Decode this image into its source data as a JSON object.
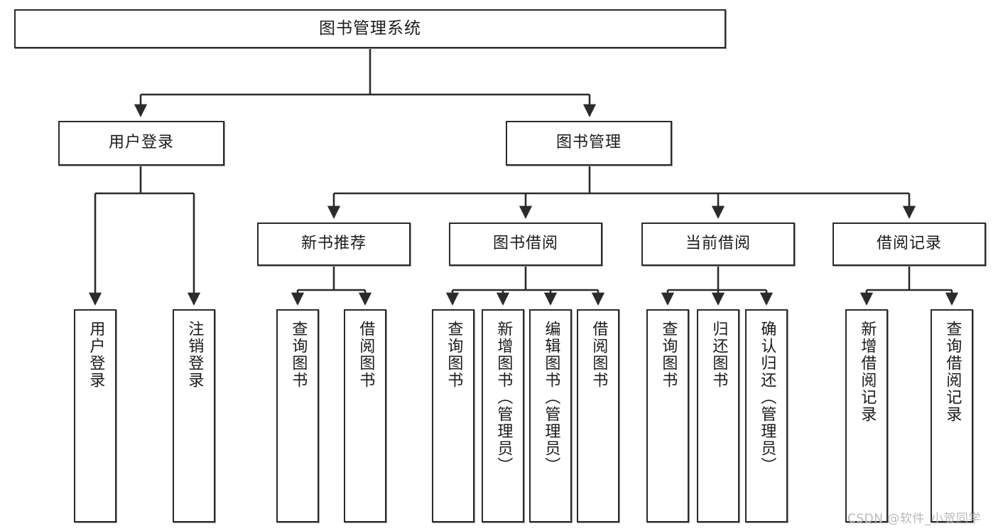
{
  "diagram": {
    "title": "图书管理系统",
    "type": "tree-hierarchy-chart",
    "watermark": "CSDN @软件_小贺同学",
    "colors": {
      "node_border": "#2b2b2b",
      "node_fill": "#ffffff",
      "edge": "#2b2b2b",
      "text": "#1b1b1b",
      "watermark": "#b9b9b9"
    },
    "levels": {
      "root": {
        "label": "图书管理系统"
      },
      "level2": [
        {
          "label": "用户登录"
        },
        {
          "label": "图书管理"
        }
      ],
      "level3": [
        {
          "label": "新书推荐"
        },
        {
          "label": "图书借阅"
        },
        {
          "label": "当前借阅"
        },
        {
          "label": "借阅记录"
        }
      ],
      "leaves": {
        "user_login": [
          {
            "label": "用户登录"
          },
          {
            "label": "注销登录"
          }
        ],
        "new_book_recommend": [
          {
            "label": "查询图书"
          },
          {
            "label": "借阅图书"
          }
        ],
        "book_borrow": [
          {
            "label": "查询图书"
          },
          {
            "label": "新增图书（管理员）"
          },
          {
            "label": "编辑图书（管理员）"
          },
          {
            "label": "借阅图书"
          }
        ],
        "current_borrow": [
          {
            "label": "查询图书"
          },
          {
            "label": "归还图书"
          },
          {
            "label": "确认归还（管理员）"
          }
        ],
        "borrow_record": [
          {
            "label": "新增借阅记录"
          },
          {
            "label": "查询借阅记录"
          }
        ]
      }
    }
  }
}
